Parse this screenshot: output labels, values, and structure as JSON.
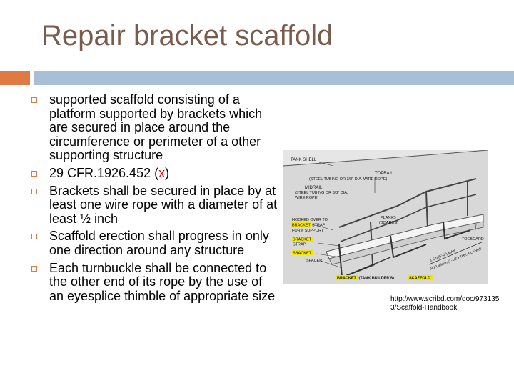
{
  "slide": {
    "title": "Repair bracket scaffold",
    "bullets": [
      {
        "text": "supported scaffold consisting of a platform supported by brackets which are secured in place around the circumference or perimeter of a other supporting structure"
      },
      {
        "prefix": "29 CFR.1926.452 (",
        "link": "x",
        "suffix": ")"
      },
      {
        "text": "Brackets shall be secured in place by at least one wire rope with a diameter of at least ½ inch"
      },
      {
        "text": "Scaffold erection shall progress in only one direction around any structure"
      },
      {
        "text": "Each turnbuckle shall be connected to the other end of its rope by the use of an eyesplice thimble of appropriate size"
      }
    ],
    "figure": {
      "labels": {
        "tank_shell": "TANK SHELL",
        "toprail": "TOPRAIL",
        "toprail_note": "(STEEL TUBING OR 3/8\" DIA. WIRE ROPE)",
        "midrail": "MIDRAIL",
        "midrail_note1": "(STEEL TUBING OR 3/8\" DIA.",
        "midrail_note2": "WIRE ROPE)",
        "hooked1": "HOOKED OVER TO",
        "hooked_bracket": "BRACKET",
        "hooked_strap": "STRAP",
        "form_support": "FORM SUPPORT",
        "planks": "PLANKS",
        "boards": "(BOARDS)",
        "bracket_strap1": "BRACKET",
        "bracket_strap2": "STRAP",
        "bracket": "BRACKET",
        "spacer": "SPACER",
        "toeboard": "TOEBOARD",
        "max_height": "1.5m (5'-0\") MAX",
        "plank_thickness": "FOR 38mm (1-1/2\") THK. PLANKS",
        "caption_bracket": "BRACKET",
        "caption_mid": " (TANK BUILDER'S) ",
        "caption_scaffold": "SCAFFOLD"
      },
      "colors": {
        "highlight": "#f2e600",
        "background": "#e6e6e6"
      }
    },
    "source_url": "http://www.scribd.com/doc/9731353/Scaffold-Handbook"
  }
}
